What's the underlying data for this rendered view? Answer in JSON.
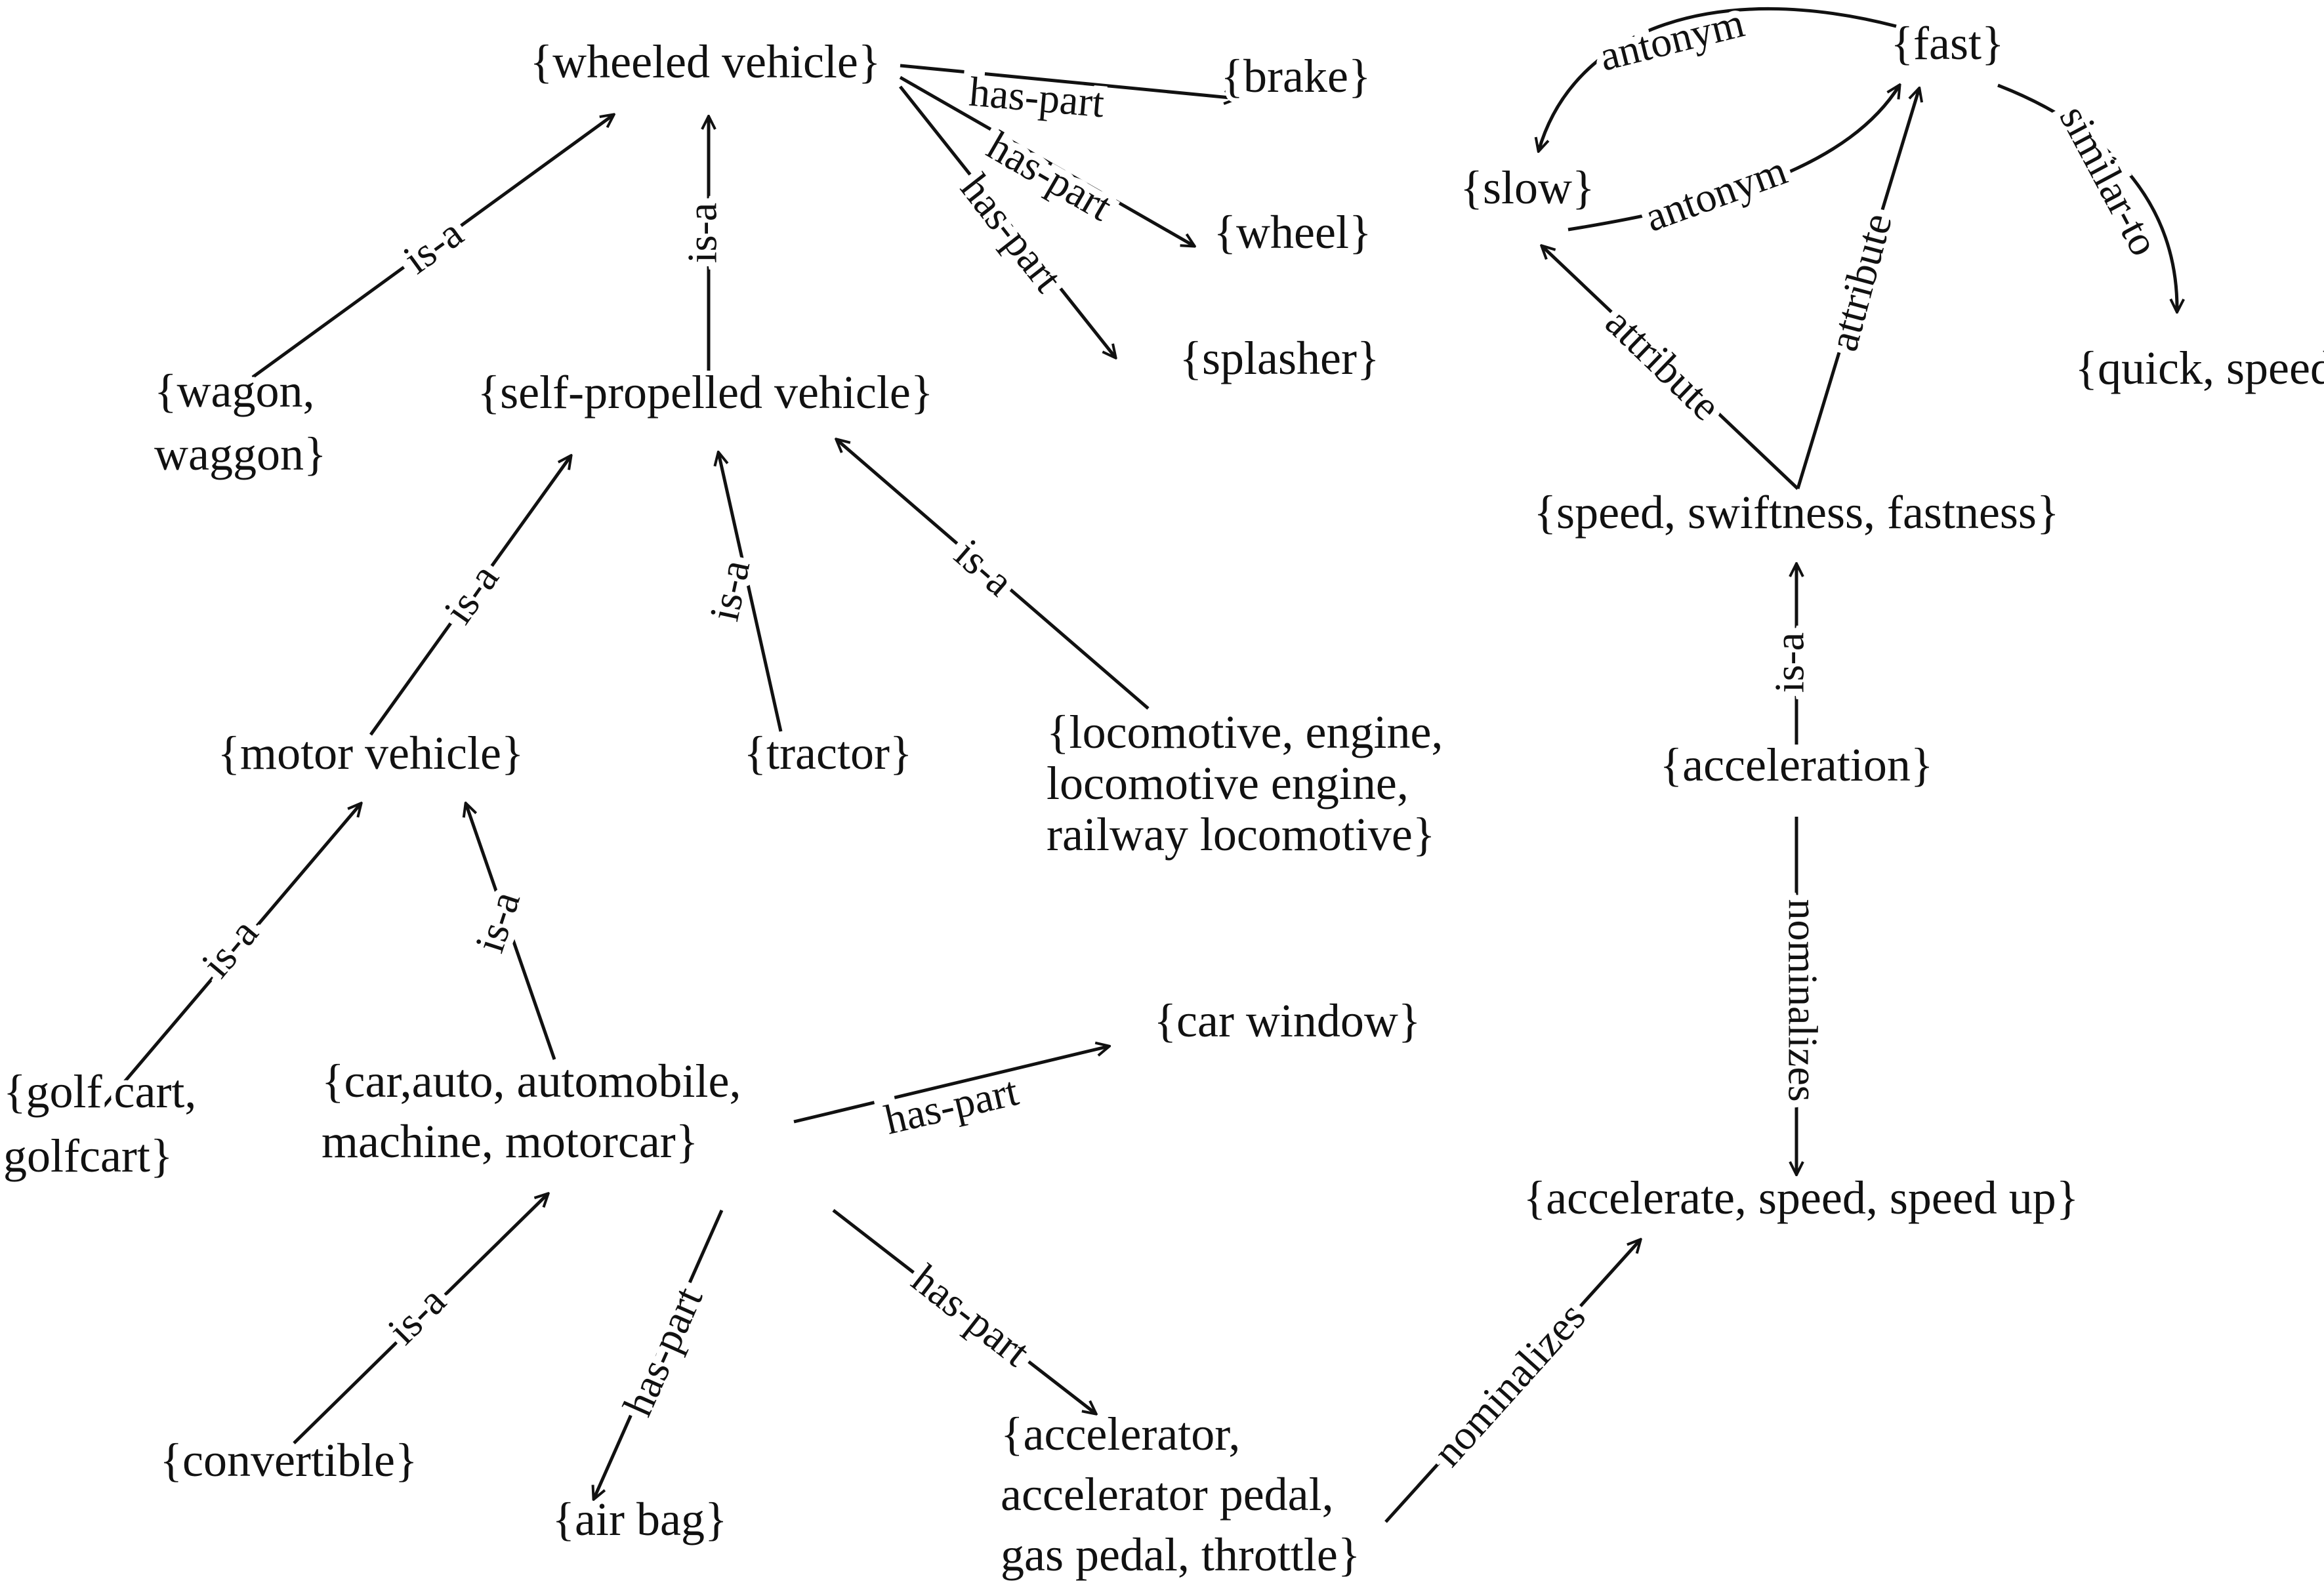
{
  "nodes": {
    "wheeled_vehicle": [
      "{wheeled vehicle}"
    ],
    "brake": [
      "{brake}"
    ],
    "wheel": [
      "{wheel}"
    ],
    "splasher": [
      "{splasher}"
    ],
    "wagon": [
      "{wagon,",
      "waggon}"
    ],
    "self_propelled": [
      "{self-propelled vehicle}"
    ],
    "motor_vehicle": [
      "{motor vehicle}"
    ],
    "tractor": [
      "{tractor}"
    ],
    "locomotive": [
      "{locomotive, engine,",
      "locomotive engine,",
      "railway locomotive}"
    ],
    "golf_cart": [
      "{golf cart,",
      "golfcart}"
    ],
    "car": [
      "{car,auto, automobile,",
      "machine, motorcar}"
    ],
    "car_window": [
      "{car window}"
    ],
    "convertible": [
      "{convertible}"
    ],
    "air_bag": [
      "{air bag}"
    ],
    "accelerator": [
      "{accelerator,",
      "accelerator pedal,",
      "gas pedal, throttle}"
    ],
    "fast": [
      "{fast}"
    ],
    "slow": [
      "{slow}"
    ],
    "quick": [
      "{quick, speedy}"
    ],
    "speed": [
      "{speed, swiftness, fastness}"
    ],
    "acceleration": [
      "{acceleration}"
    ],
    "accelerate": [
      "{accelerate, speed, speed up}"
    ]
  },
  "edges": [
    {
      "from": "wagon",
      "to": "wheeled_vehicle",
      "label": "is-a"
    },
    {
      "from": "self_propelled",
      "to": "wheeled_vehicle",
      "label": "is-a"
    },
    {
      "from": "wheeled_vehicle",
      "to": "brake",
      "label": "has-part"
    },
    {
      "from": "wheeled_vehicle",
      "to": "wheel",
      "label": "has-part"
    },
    {
      "from": "wheeled_vehicle",
      "to": "splasher",
      "label": "has-part"
    },
    {
      "from": "motor_vehicle",
      "to": "self_propelled",
      "label": "is-a"
    },
    {
      "from": "tractor",
      "to": "self_propelled",
      "label": "is-a"
    },
    {
      "from": "locomotive",
      "to": "self_propelled",
      "label": "is-a"
    },
    {
      "from": "golf_cart",
      "to": "motor_vehicle",
      "label": "is-a"
    },
    {
      "from": "car",
      "to": "motor_vehicle",
      "label": "is-a"
    },
    {
      "from": "car",
      "to": "car_window",
      "label": "has-part"
    },
    {
      "from": "convertible",
      "to": "car",
      "label": "is-a"
    },
    {
      "from": "car",
      "to": "air_bag",
      "label": "has-part"
    },
    {
      "from": "car",
      "to": "accelerator",
      "label": "has-part"
    },
    {
      "from": "accelerator",
      "to": "accelerate",
      "label": "nominalizes"
    },
    {
      "from": "fast",
      "to": "slow",
      "label": "antonym"
    },
    {
      "from": "slow",
      "to": "fast",
      "label": "antonym"
    },
    {
      "from": "fast",
      "to": "quick",
      "label": "similar-to"
    },
    {
      "from": "speed",
      "to": "slow",
      "label": "attribute"
    },
    {
      "from": "speed",
      "to": "fast",
      "label": "attribute"
    },
    {
      "from": "acceleration",
      "to": "speed",
      "label": "is-a"
    },
    {
      "from": "acceleration",
      "to": "accelerate",
      "label": "nominalizes"
    }
  ]
}
